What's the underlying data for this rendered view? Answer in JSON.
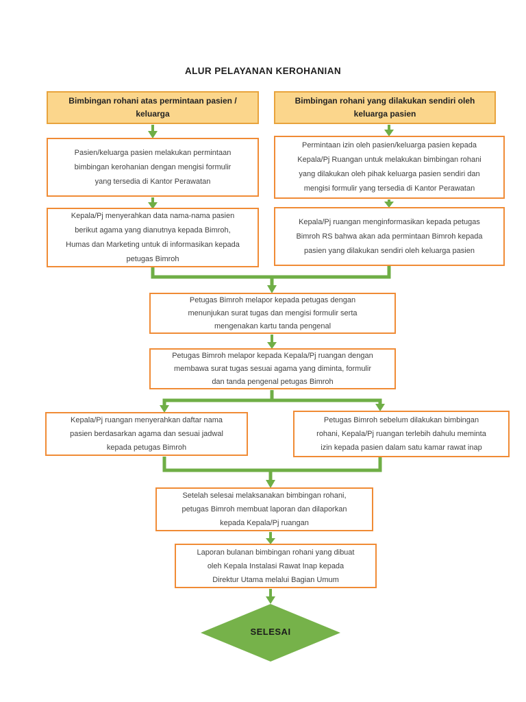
{
  "page": {
    "title": "ALUR PELAYANAN KEROHANIAN"
  },
  "colors": {
    "header_fill": "#FBD68C",
    "header_border": "#E8A33C",
    "box_border": "#F08B35",
    "connector_green": "#6FAE46",
    "terminator_fill": "#76B24A",
    "background": "#FFFFFF"
  },
  "flowchart": {
    "headers": [
      {
        "id": "left-branch",
        "text": "Bimbingan rohani atas permintaan pasien /\nkeluarga"
      },
      {
        "id": "right-branch",
        "text": "Bimbingan rohani yang dilakukan sendiri oleh\nkeluarga pasien"
      }
    ],
    "boxes": [
      {
        "id": "left-1",
        "text": "Pasien/keluarga pasien melakukan permintaan\nbimbingan kerohanian dengan mengisi formulir\nyang tersedia di Kantor Perawatan"
      },
      {
        "id": "right-1",
        "text": "Permintaan izin oleh pasien/keluarga pasien kepada\nKepala/Pj Ruangan untuk melakukan bimbingan rohani\nyang dilakukan oleh pihak keluarga pasien sendiri dan\nmengisi formulir yang tersedia di Kantor Perawatan"
      },
      {
        "id": "left-2",
        "text": "Kepala/Pj menyerahkan data nama-nama pasien\nberikut agama yang dianutnya kepada Bimroh,\nHumas dan Marketing untuk di informasikan kepada\npetugas Bimroh"
      },
      {
        "id": "right-2",
        "text": "Kepala/Pj ruangan menginformasikan kepada petugas\nBimroh RS bahwa akan ada permintaan Bimroh kepada\npasien yang dilakukan sendiri oleh keluarga pasien"
      },
      {
        "id": "center-1",
        "text": "Petugas Bimroh melapor kepada petugas dengan\nmenunjukan surat tugas dan mengisi formulir serta\nmengenakan kartu tanda pengenal"
      },
      {
        "id": "center-2",
        "text": "Petugas Bimroh melapor kepada Kepala/Pj ruangan dengan\nmembawa surat tugas sesuai agama yang diminta, formulir\ndan tanda pengenal petugas Bimroh"
      },
      {
        "id": "left-3",
        "text": "Kepala/Pj ruangan menyerahkan daftar nama\npasien berdasarkan agama dan sesuai jadwal\nkepada petugas Bimroh"
      },
      {
        "id": "right-3",
        "text": "Petugas Bimroh sebelum dilakukan bimbingan\nrohani, Kepala/Pj ruangan terlebih dahulu meminta\nizin kepada pasien dalam satu kamar rawat inap"
      },
      {
        "id": "center-3",
        "text": "Setelah selesai melaksanakan bimbingan rohani,\npetugas Bimroh membuat laporan dan dilaporkan\nkepada Kepala/Pj ruangan"
      },
      {
        "id": "center-4",
        "text": "Laporan bulanan bimbingan rohani yang dibuat\noleh Kepala Instalasi Rawat Inap kepada\nDirektur Utama melalui Bagian Umum"
      }
    ],
    "terminator": {
      "text": "SELESAI"
    }
  }
}
